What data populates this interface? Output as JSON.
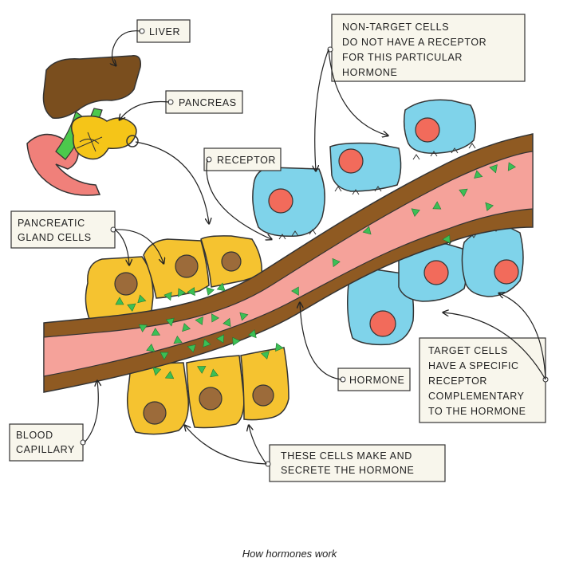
{
  "labels": {
    "liver": "LIVER",
    "pancreas": "PANCREAS",
    "receptor": "RECEPTOR",
    "pancreatic_gland_cells": [
      "PANCREATIC",
      "GLAND CELLS"
    ],
    "non_target_cells": [
      "NON-TARGET CELLS",
      "DO NOT HAVE A RECEPTOR",
      "FOR THIS PARTICULAR",
      "HORMONE"
    ],
    "hormone": "HORMONE",
    "target_cells": [
      "TARGET CELLS",
      "HAVE A SPECIFIC",
      "RECEPTOR",
      "COMPLEMENTARY",
      "TO THE HORMONE"
    ],
    "blood_capillary": [
      "BLOOD",
      "CAPILLARY"
    ],
    "these_cells": [
      "THESE CELLS MAKE AND",
      "SECRETE THE HORMONE"
    ]
  },
  "caption": "How hormones work",
  "colors": {
    "liver": "#7a4e1e",
    "pancreas": "#f5c518",
    "bile_duct": "#4cc94c",
    "stomach": "#f0807a",
    "gland_cell": "#f5c330",
    "gland_nucleus": "#9c6b3a",
    "vessel_wall": "#8f5a22",
    "blood": "#f5a29a",
    "target_cell": "#7fd3ea",
    "target_nucleus": "#f26b5b",
    "hormone": "#3cbf55",
    "label_box": "#f8f6ec"
  }
}
